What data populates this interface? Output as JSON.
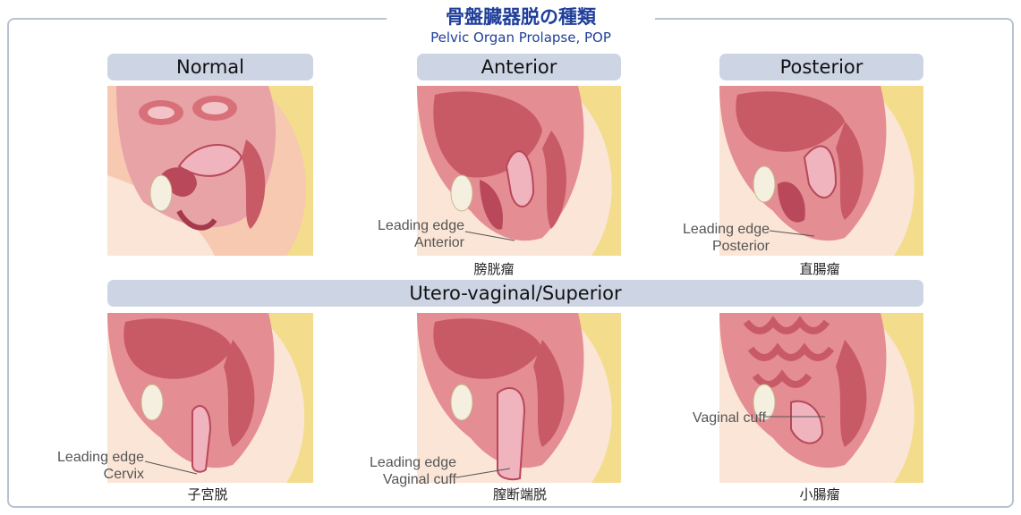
{
  "title": {
    "japanese": "骨盤臓器脱の種類",
    "english": "Pelvic Organ Prolapse, POP"
  },
  "panels": [
    {
      "id": "normal",
      "heading": "Normal"
    },
    {
      "id": "anterior",
      "heading": "Anterior",
      "leading_line1": "Leading edge",
      "leading_line2": "Anterior",
      "caption": "膀胱瘤"
    },
    {
      "id": "posterior",
      "heading": "Posterior",
      "leading_line1": "Leading edge",
      "leading_line2": "Posterior",
      "caption": "直腸瘤"
    }
  ],
  "row2_heading": "Utero-vaginal/Superior",
  "row2": [
    {
      "id": "uterine",
      "leading_line1": "Leading edge",
      "leading_line2": "Cervix",
      "caption": "子宮脱"
    },
    {
      "id": "vault",
      "leading_line1": "Leading edge",
      "leading_line2": "Vaginal cuff",
      "caption": "膣断端脱"
    },
    {
      "id": "enterocele",
      "leading_line1": "Vaginal cuff",
      "caption": "小腸瘤"
    }
  ],
  "colors": {
    "heading_bg": "#cdd5e4",
    "title": "#1f3f9a",
    "skin": "#f6c9b0",
    "fat": "#f3dc8c",
    "tissue": "#e48d92",
    "lumen": "#b8485a"
  }
}
